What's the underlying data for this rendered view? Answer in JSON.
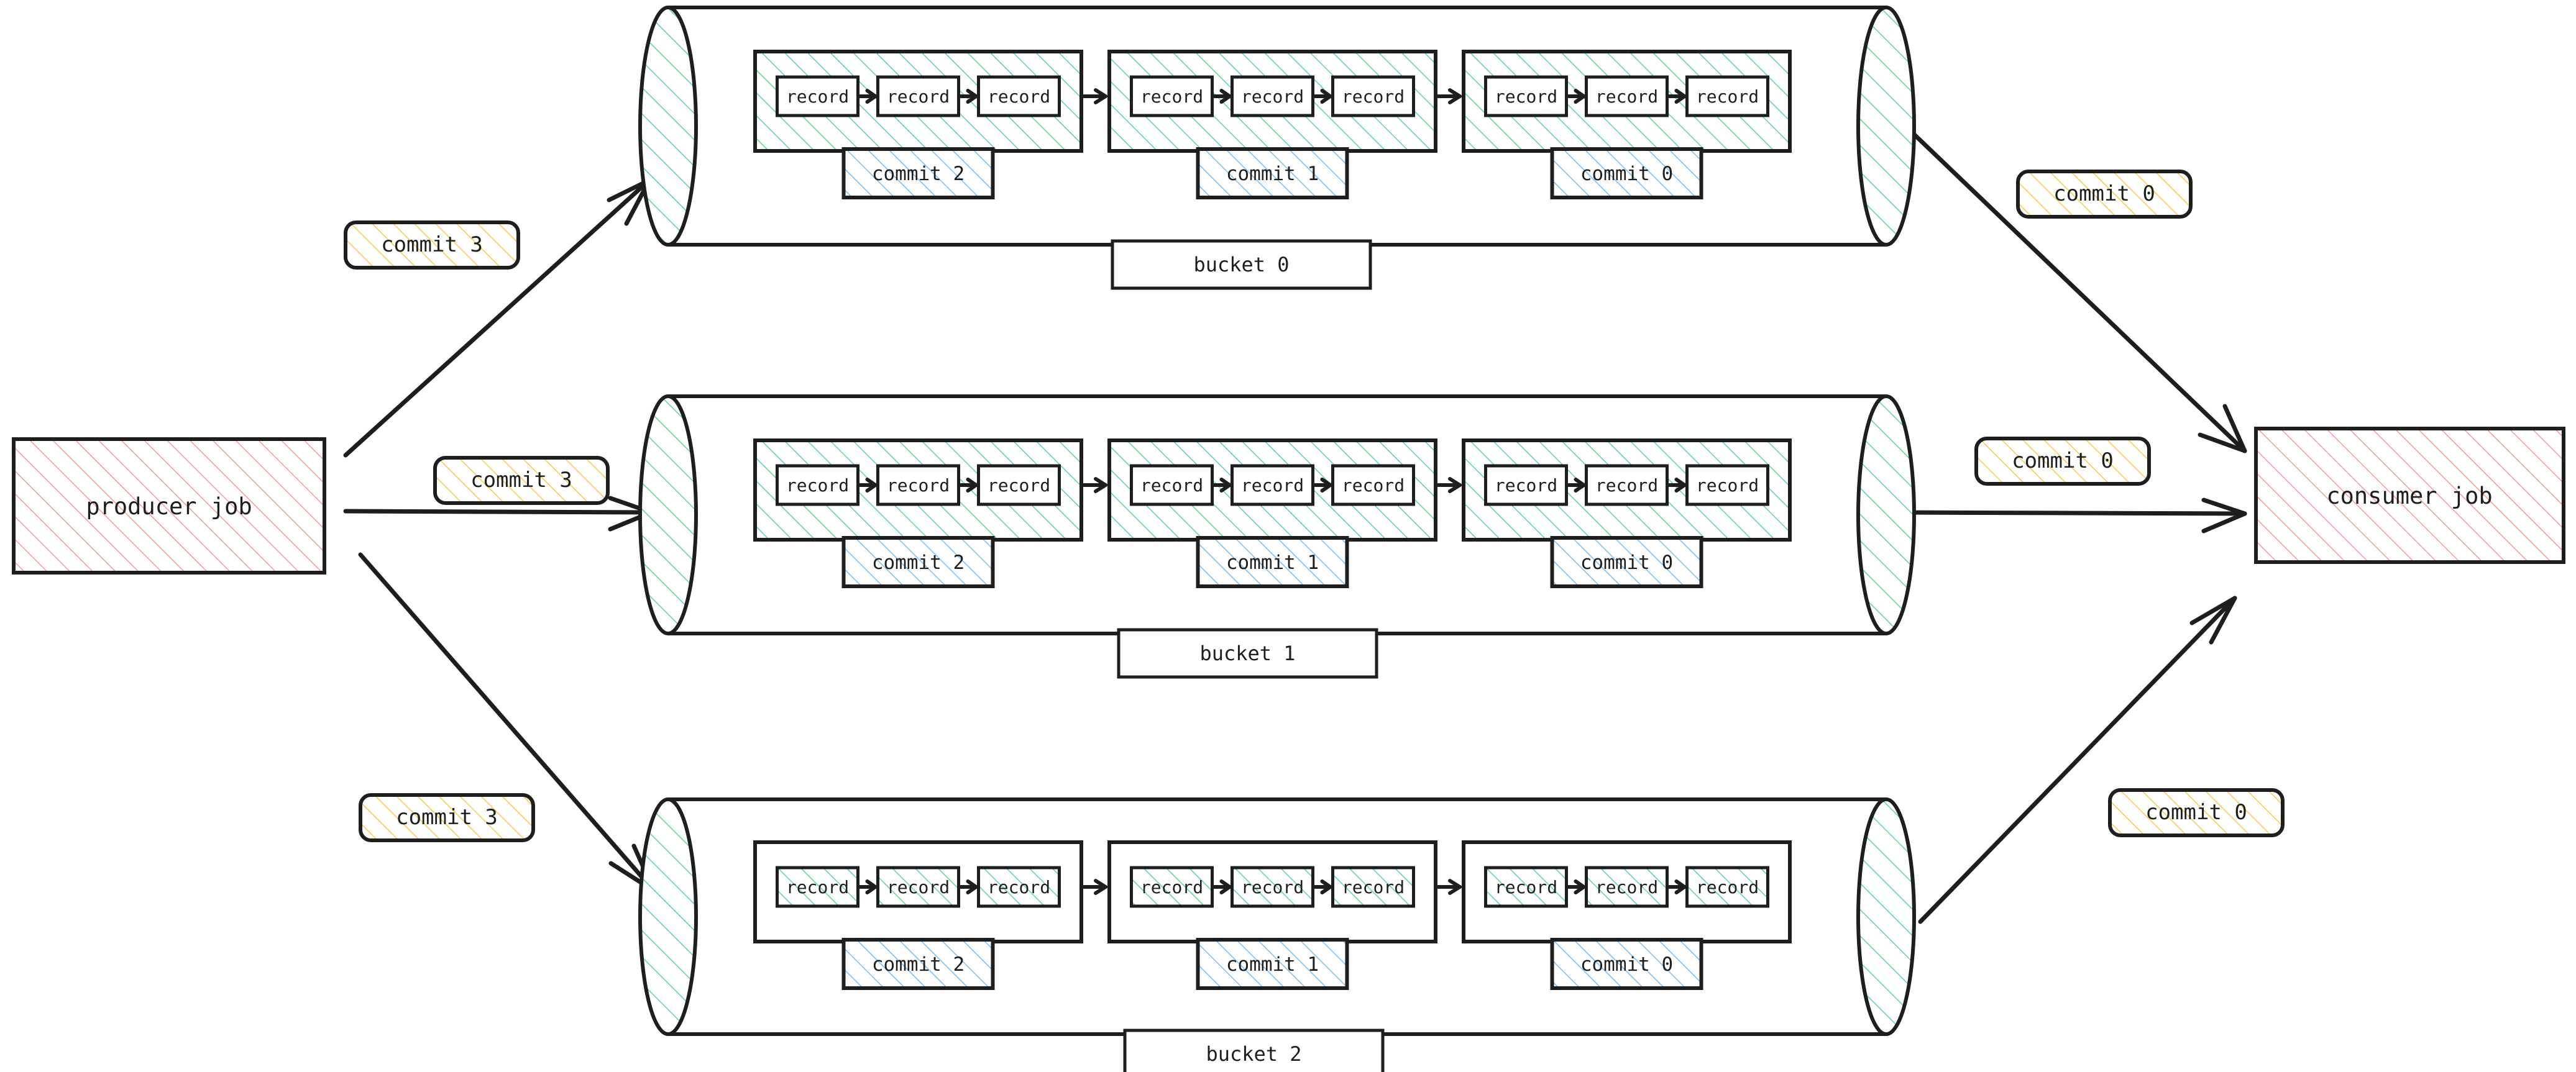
{
  "diagram": {
    "title": "producer/consumer bucketed commit log",
    "colors": {
      "stroke": "#1e1e1e",
      "job_hatch": "#f5a3a3",
      "commit_group_hatch": "#5fd49a",
      "commit_label_hatch": "#6cb8f0",
      "tag_hatch": "#f5cf55",
      "cap_hatch": "#5fd49a",
      "background": "#ffffff"
    },
    "producer": {
      "label": "producer job"
    },
    "consumer": {
      "label": "consumer job"
    },
    "record_label": "record",
    "producer_tags": [
      {
        "label": "commit 3",
        "target": "bucket 0"
      },
      {
        "label": "commit 3",
        "target": "bucket 1"
      },
      {
        "label": "commit 3",
        "target": "bucket 2"
      }
    ],
    "consumer_tags": [
      {
        "label": "commit 0",
        "source": "bucket 0"
      },
      {
        "label": "commit 0",
        "source": "bucket 1"
      },
      {
        "label": "commit 0",
        "source": "bucket 2"
      }
    ],
    "buckets": [
      {
        "label": "bucket 0",
        "group_style": "hatched-green",
        "record_style": "plain-white",
        "commits": [
          {
            "label": "commit 2",
            "records": [
              "record",
              "record",
              "record"
            ]
          },
          {
            "label": "commit 1",
            "records": [
              "record",
              "record",
              "record"
            ]
          },
          {
            "label": "commit 0",
            "records": [
              "record",
              "record",
              "record"
            ]
          }
        ]
      },
      {
        "label": "bucket 1",
        "group_style": "hatched-green",
        "record_style": "plain-white",
        "commits": [
          {
            "label": "commit 2",
            "records": [
              "record",
              "record",
              "record"
            ]
          },
          {
            "label": "commit 1",
            "records": [
              "record",
              "record",
              "record"
            ]
          },
          {
            "label": "commit 0",
            "records": [
              "record",
              "record",
              "record"
            ]
          }
        ]
      },
      {
        "label": "bucket 2",
        "group_style": "plain-white",
        "record_style": "hatched-green",
        "commits": [
          {
            "label": "commit 2",
            "records": [
              "record",
              "record",
              "record"
            ]
          },
          {
            "label": "commit 1",
            "records": [
              "record",
              "record",
              "record"
            ]
          },
          {
            "label": "commit 0",
            "records": [
              "record",
              "record",
              "record"
            ]
          }
        ]
      }
    ]
  }
}
